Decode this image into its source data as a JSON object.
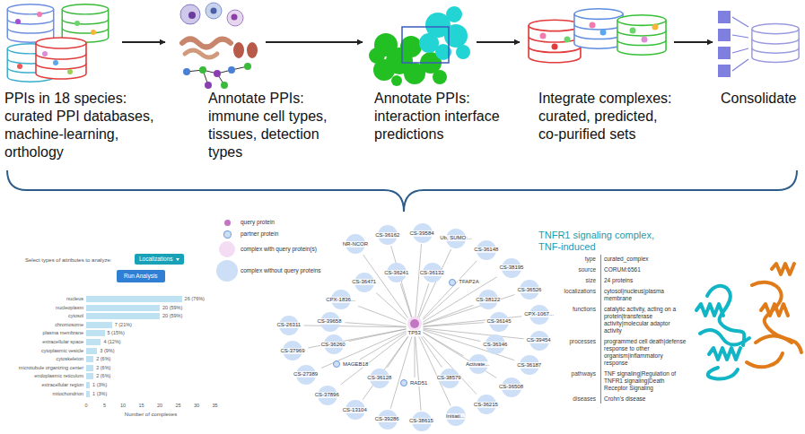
{
  "diagram": {
    "nodes": [
      {
        "text": [
          "PPIs in 18 species:",
          "curated PPI databases, machine-learning, orthology"
        ]
      },
      {
        "text": [
          "Annotate PPIs:",
          "immune cell types, tissues, detection types"
        ]
      },
      {
        "text": [
          "Annotate PPIs:",
          "interaction interface predictions"
        ]
      },
      {
        "text": [
          "Integrate complexes:",
          "curated, predicted, co-purified sets"
        ]
      },
      {
        "text": [
          "Consolidate"
        ]
      },
      {
        "text": [
          "TP53"
        ]
      },
      {
        "text": [
          "NR-NCOR"
        ]
      },
      {
        "text": [
          "CS-36162"
        ]
      },
      {
        "text": [
          "CS-39584"
        ]
      },
      {
        "text": [
          "Ub, SUMO:..."
        ]
      },
      {
        "text": [
          "CS-36148"
        ]
      },
      {
        "text": [
          "CS-38195"
        ]
      },
      {
        "text": [
          "CS-36526"
        ]
      },
      {
        "text": [
          "CPX-1067..."
        ]
      },
      {
        "text": [
          "CS-39454"
        ]
      },
      {
        "text": [
          "CS-36187"
        ]
      },
      {
        "text": [
          "CS-36508"
        ]
      },
      {
        "text": [
          "CS-36215"
        ]
      },
      {
        "text": [
          "Initiati..."
        ]
      },
      {
        "text": [
          "CS-38615"
        ]
      },
      {
        "text": [
          "CS-39286"
        ]
      },
      {
        "text": [
          "CS-13104"
        ]
      },
      {
        "text": [
          "CS-37896"
        ]
      },
      {
        "text": [
          "CS-27389"
        ]
      },
      {
        "text": [
          "CS-37969"
        ]
      },
      {
        "text": [
          "CS-26311"
        ]
      },
      {
        "text": [
          "CS-36241"
        ]
      },
      {
        "text": [
          "CS-36132"
        ]
      },
      {
        "text": [
          "TFAP2A"
        ]
      },
      {
        "text": [
          "CS-38122"
        ]
      },
      {
        "text": [
          "CS-36145"
        ]
      },
      {
        "text": [
          "CS-36346"
        ]
      },
      {
        "text": [
          "Activate..."
        ]
      },
      {
        "text": [
          "CS-38579"
        ]
      },
      {
        "text": [
          "RAD51"
        ]
      },
      {
        "text": [
          "CS-36128"
        ]
      },
      {
        "text": [
          "MAGEB18"
        ]
      },
      {
        "text": [
          "CS-36260"
        ]
      },
      {
        "text": [
          "CS-39658"
        ]
      },
      {
        "text": [
          "CPX-1836..."
        ]
      },
      {
        "text": [
          "CS-36471"
        ]
      }
    ],
    "edges": [
      {
        "from": 0,
        "to": 1,
        "arrow": "to"
      },
      {
        "from": 1,
        "to": 2,
        "arrow": "to"
      },
      {
        "from": 2,
        "to": 3,
        "arrow": "to"
      },
      {
        "from": 3,
        "to": 4,
        "arrow": "to"
      },
      {
        "from": 5,
        "to": 6,
        "arrow": "none"
      },
      {
        "from": 5,
        "to": 7,
        "arrow": "none"
      },
      {
        "from": 5,
        "to": 8,
        "arrow": "none"
      },
      {
        "from": 5,
        "to": 9,
        "arrow": "none"
      },
      {
        "from": 5,
        "to": 10,
        "arrow": "none"
      },
      {
        "from": 5,
        "to": 11,
        "arrow": "none"
      },
      {
        "from": 5,
        "to": 12,
        "arrow": "none"
      },
      {
        "from": 5,
        "to": 13,
        "arrow": "none"
      },
      {
        "from": 5,
        "to": 14,
        "arrow": "none"
      },
      {
        "from": 5,
        "to": 15,
        "arrow": "none"
      },
      {
        "from": 5,
        "to": 16,
        "arrow": "none"
      },
      {
        "from": 5,
        "to": 17,
        "arrow": "none"
      },
      {
        "from": 5,
        "to": 18,
        "arrow": "none"
      },
      {
        "from": 5,
        "to": 19,
        "arrow": "none"
      },
      {
        "from": 5,
        "to": 20,
        "arrow": "none"
      },
      {
        "from": 5,
        "to": 21,
        "arrow": "none"
      },
      {
        "from": 5,
        "to": 22,
        "arrow": "none"
      },
      {
        "from": 5,
        "to": 23,
        "arrow": "none"
      },
      {
        "from": 5,
        "to": 24,
        "arrow": "none"
      },
      {
        "from": 5,
        "to": 25,
        "arrow": "none"
      },
      {
        "from": 5,
        "to": 26,
        "arrow": "none"
      },
      {
        "from": 5,
        "to": 27,
        "arrow": "none"
      },
      {
        "from": 5,
        "to": 28,
        "arrow": "none"
      },
      {
        "from": 5,
        "to": 29,
        "arrow": "none"
      },
      {
        "from": 5,
        "to": 30,
        "arrow": "none"
      },
      {
        "from": 5,
        "to": 31,
        "arrow": "none"
      },
      {
        "from": 5,
        "to": 32,
        "arrow": "none"
      },
      {
        "from": 5,
        "to": 33,
        "arrow": "none"
      },
      {
        "from": 5,
        "to": 34,
        "arrow": "none"
      },
      {
        "from": 5,
        "to": 35,
        "arrow": "none"
      },
      {
        "from": 5,
        "to": 36,
        "arrow": "none"
      },
      {
        "from": 5,
        "to": 37,
        "arrow": "none"
      },
      {
        "from": 5,
        "to": 38,
        "arrow": "none"
      },
      {
        "from": 5,
        "to": 39,
        "arrow": "none"
      },
      {
        "from": 5,
        "to": 40,
        "arrow": "none"
      }
    ],
    "labels": [
      "Select types of attributes to analyze:",
      "Localizations",
      "Run Analysis",
      "nucleus",
      "26 (76%)",
      "nucleoplasm",
      "20 (59%)",
      "cytosol",
      "20 (59%)",
      "chromosome",
      "7 (21%)",
      "plasma membrane",
      "5 (15%)",
      "extracellular space",
      "4 (12%)",
      "cytoplasmic vesicle",
      "3 (9%)",
      "cytoskeleton",
      "2 (6%)",
      "microtubule organizing center",
      "2 (6%)",
      "endoplasmic reticulum",
      "2 (6%)",
      "extracellular region",
      "1 (3%)",
      "mitochondrion",
      "1 (3%)",
      "0",
      "5",
      "10",
      "15",
      "20",
      "25",
      "30",
      "35",
      "Number of complexes",
      "TNFR1 signaling complex, TNF-induced",
      "type",
      "curated_complex",
      "source",
      "CORUM:6561",
      "size",
      "24 proteins",
      "localizations",
      "cytosol|nucleus|plasma membrane",
      "functions",
      "catalytic activity, acting on a protein|transferase activity|molecular adaptor activity",
      "processes",
      "programmed cell death|defense response to other organism|inflammatory response",
      "pathways",
      "TNF signaling|Regulation of TNFR1 signaling|Death Receptor Signaling",
      "diseases",
      "Crohn's disease"
    ],
    "legend": [
      {
        "text": "query protein",
        "color": "#c276c2"
      },
      {
        "text": "partner protein",
        "color": "#cddff6"
      },
      {
        "text": "complex with query protein(s)",
        "color": "#f4dcf4"
      },
      {
        "text": "complex without query proteins",
        "color": "#cddff6"
      }
    ]
  }
}
